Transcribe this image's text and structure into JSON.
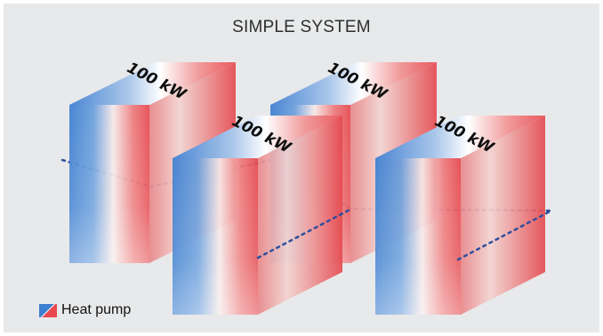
{
  "title": "SIMPLE SYSTEM",
  "units": [
    {
      "label": "100 kW"
    },
    {
      "label": "100 kW"
    },
    {
      "label": "100 kW"
    },
    {
      "label": "100 kW"
    }
  ],
  "legend": {
    "label": "Heat pump"
  },
  "colors": {
    "cold": "#3d7fd0",
    "hot": "#e8484e",
    "background": "#e8e9ea",
    "connector": "#2f4f9e"
  }
}
